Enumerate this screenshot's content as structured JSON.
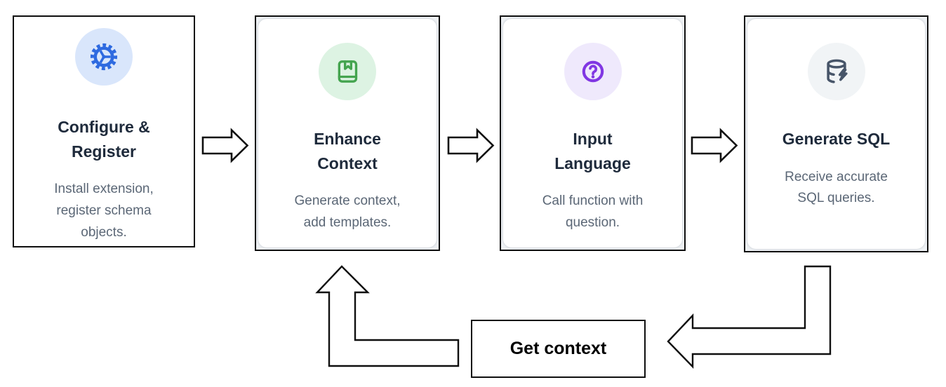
{
  "diagram": {
    "steps": [
      {
        "title_lines": [
          "Configure &",
          "Register"
        ],
        "description_lines": [
          "Install extension,",
          "register schema",
          "objects."
        ],
        "icon": "gear-icon",
        "icon_color": "#2e6ae0",
        "icon_bg": "#d9e6fb"
      },
      {
        "title_lines": [
          "Enhance",
          "Context"
        ],
        "description_lines": [
          "Generate context,",
          "add templates."
        ],
        "icon": "book-icon",
        "icon_color": "#44a44f",
        "icon_bg": "#ddf3e3"
      },
      {
        "title_lines": [
          "Input",
          "Language"
        ],
        "description_lines": [
          "Call function with",
          "question."
        ],
        "icon": "question-circle-icon",
        "icon_color": "#8137e3",
        "icon_bg": "#efe9fc"
      },
      {
        "title_lines": [
          "Generate SQL"
        ],
        "description_lines": [
          "Receive accurate",
          "SQL queries."
        ],
        "icon": "database-bolt-icon",
        "icon_color": "#475569",
        "icon_bg": "#f1f4f6"
      }
    ],
    "loop_label": "Get context",
    "colors": {
      "background": "#ffffff",
      "card_border": "#0f0f0f",
      "title_text": "#1e2a3b",
      "description_text": "#5b6776",
      "arrow_outline": "#0f0f0f",
      "arrow_fill": "#ffffff"
    }
  }
}
